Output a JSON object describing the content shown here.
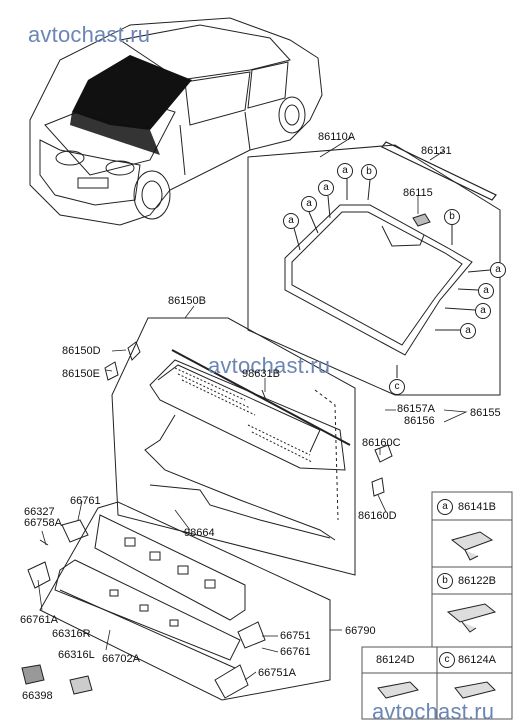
{
  "watermark": {
    "top": "avtochast.ru",
    "middle": "avtochast.ru",
    "bottom": "avtochast.ru"
  },
  "labels": {
    "p86110A": "86110A",
    "p86131": "86131",
    "p86115": "86115",
    "p86150B": "86150B",
    "p86150D": "86150D",
    "p86150E": "86150E",
    "p98631B": "98631B",
    "p86157A": "86157A",
    "p86155": "86155",
    "p86156": "86156",
    "p86160C": "86160C",
    "p86160D": "86160D",
    "p98664": "98664",
    "p66761_top": "66761",
    "p66327": "66327",
    "p66758A": "66758A",
    "p66761A": "66761A",
    "p66316R": "66316R",
    "p66316L": "66316L",
    "p66702A": "66702A",
    "p66751": "66751",
    "p66790": "66790",
    "p66761_bot": "66761",
    "p66751A": "66751A",
    "p66398": "66398"
  },
  "callouts": {
    "a": "a",
    "b": "b",
    "c": "c"
  },
  "legend": {
    "a_code": "86141B",
    "b_code": "86122B",
    "c_code": "86124A",
    "d_code": "86124D"
  }
}
